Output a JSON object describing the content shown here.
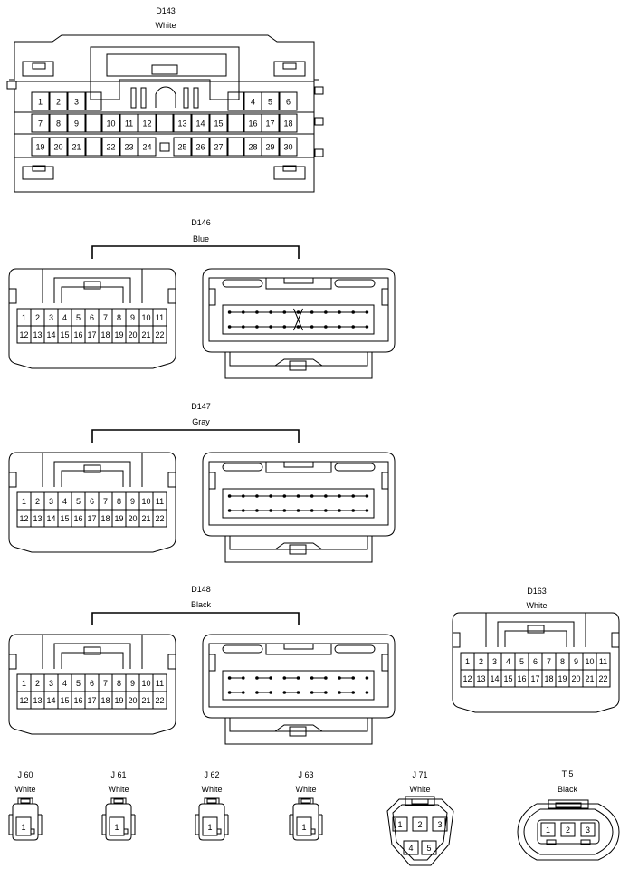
{
  "connectors": {
    "D143": {
      "code": "D143",
      "color": "White",
      "rows": [
        [
          "1",
          "2",
          "3",
          "4",
          "5",
          "6"
        ],
        [
          "7",
          "8",
          "9",
          "10",
          "11",
          "12",
          "13",
          "14",
          "15",
          "16",
          "17",
          "18"
        ],
        [
          "19",
          "20",
          "21",
          "22",
          "23",
          "24",
          "25",
          "26",
          "27",
          "28",
          "29",
          "30"
        ]
      ]
    },
    "D146": {
      "code": "D146",
      "color": "Blue",
      "rows": [
        [
          "1",
          "2",
          "3",
          "4",
          "5",
          "6",
          "7",
          "8",
          "9",
          "10",
          "11"
        ],
        [
          "12",
          "13",
          "14",
          "15",
          "16",
          "17",
          "18",
          "19",
          "20",
          "21",
          "22"
        ]
      ]
    },
    "D147": {
      "code": "D147",
      "color": "Gray",
      "rows": [
        [
          "1",
          "2",
          "3",
          "4",
          "5",
          "6",
          "7",
          "8",
          "9",
          "10",
          "11"
        ],
        [
          "12",
          "13",
          "14",
          "15",
          "16",
          "17",
          "18",
          "19",
          "20",
          "21",
          "22"
        ]
      ]
    },
    "D148": {
      "code": "D148",
      "color": "Black",
      "rows": [
        [
          "1",
          "2",
          "3",
          "4",
          "5",
          "6",
          "7",
          "8",
          "9",
          "10",
          "11"
        ],
        [
          "12",
          "13",
          "14",
          "15",
          "16",
          "17",
          "18",
          "19",
          "20",
          "21",
          "22"
        ]
      ]
    },
    "D163": {
      "code": "D163",
      "color": "White",
      "rows": [
        [
          "1",
          "2",
          "3",
          "4",
          "5",
          "6",
          "7",
          "8",
          "9",
          "10",
          "11"
        ],
        [
          "12",
          "13",
          "14",
          "15",
          "16",
          "17",
          "18",
          "19",
          "20",
          "21",
          "22"
        ]
      ]
    },
    "J60": {
      "code": "J 60",
      "color": "White",
      "pins": [
        "1"
      ]
    },
    "J61": {
      "code": "J 61",
      "color": "White",
      "pins": [
        "1"
      ]
    },
    "J62": {
      "code": "J 62",
      "color": "White",
      "pins": [
        "1"
      ]
    },
    "J63": {
      "code": "J 63",
      "color": "White",
      "pins": [
        "1"
      ]
    },
    "J71": {
      "code": "J 71",
      "color": "White",
      "pins": [
        "1",
        "2",
        "3",
        "4",
        "5"
      ]
    },
    "T5": {
      "code": "T 5",
      "color": "Black",
      "pins": [
        "1",
        "2",
        "3"
      ]
    }
  }
}
